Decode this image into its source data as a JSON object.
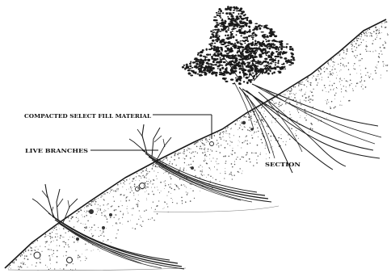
{
  "labels": {
    "fill_material": "COMPACTED SELECT FILL MATERIAL",
    "live_branches": "LIVE BRANCHES",
    "section": "SECTION"
  },
  "colors": {
    "ink": "#111111",
    "stipple": "#555555",
    "foliage": "#1a1a1a",
    "background": "#ffffff"
  }
}
